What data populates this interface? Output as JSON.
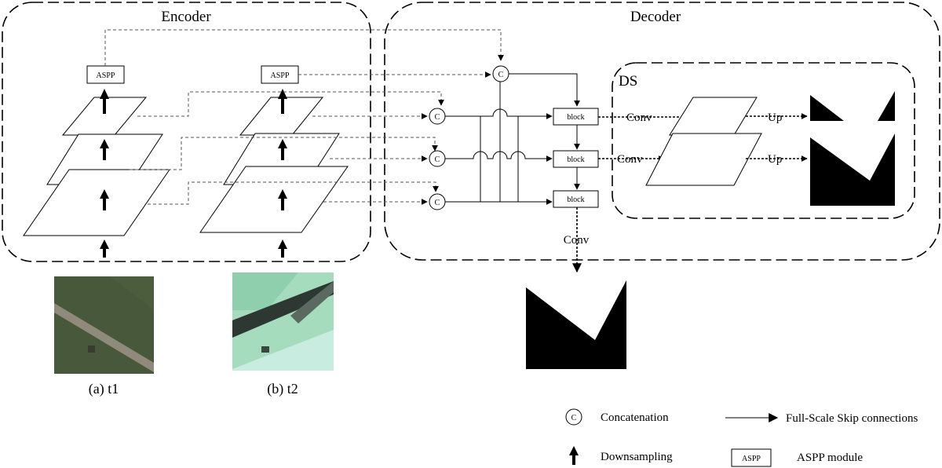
{
  "diagram": {
    "encoder_label": "Encoder",
    "decoder_label": "Decoder",
    "ds_label": "DS",
    "aspp_label": "ASPP",
    "concat_symbol": "C",
    "block_label": "block",
    "conv_label": "Conv",
    "up_label": "Up"
  },
  "captions": {
    "t1": "(a) t1",
    "t2": "(b) t2"
  },
  "legend": {
    "concatenation": "Concatenation",
    "skip": "Full-Scale Skip connections",
    "downsampling": "Downsampling",
    "aspp_module": "ASPP module",
    "aspp_symbol": "ASPP",
    "concat_symbol": "C"
  },
  "colors": {
    "t1_field": "#48583a",
    "t1_road": "#8f8a7c",
    "t2_field": "#a6dcbe",
    "t2_road": "#2d3832",
    "mask": "#000000"
  }
}
